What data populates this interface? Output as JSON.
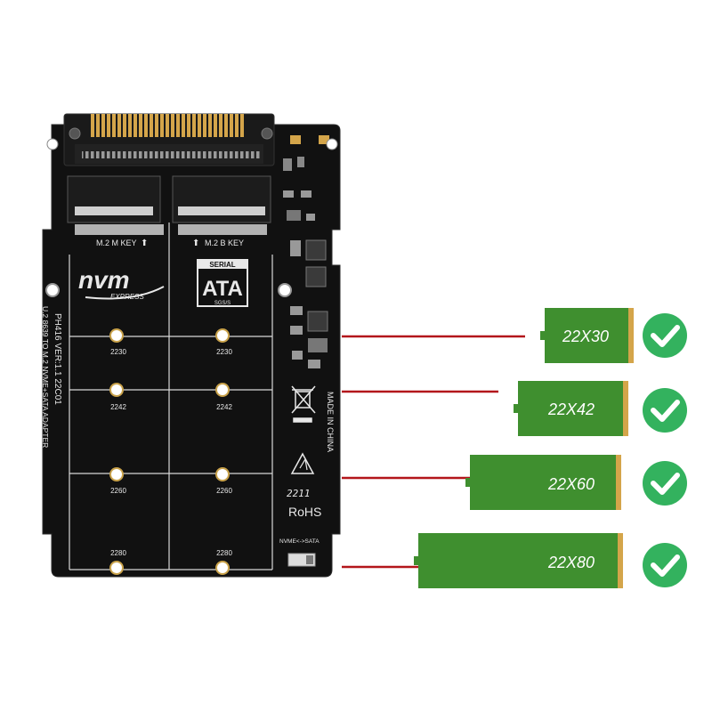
{
  "board": {
    "model_line": "PH416  VER:1.1  22C01",
    "desc_line": "U.2 8639 TO M.2 NVME+SATA ADAPTER",
    "slot_m_key": "M.2 M KEY",
    "slot_b_key": "M.2 B KEY",
    "nvm_logo": "nvm",
    "nvm_sub": "EXPRESS",
    "sata_top": "SERIAL",
    "sata_main": "ATA",
    "sata_bottom": "SGS/S",
    "made_in": "MADE IN CHINA",
    "rohs": "RoHS",
    "date_code": "2211",
    "switch_label": "NVME<->SATA",
    "slot_sizes": [
      "2230",
      "2242",
      "2260",
      "2280"
    ]
  },
  "cards": [
    {
      "label": "22X30",
      "supported": true
    },
    {
      "label": "22X42",
      "supported": true
    },
    {
      "label": "22X60",
      "supported": true
    },
    {
      "label": "22X80",
      "supported": true
    }
  ],
  "colors": {
    "pcb": "#111111",
    "gold": "#d4a54a",
    "ssd_green": "#3f8f2f",
    "check_green": "#33b25e",
    "pointer_red": "#b3161b"
  },
  "icons": [
    "check-icon",
    "weee-bin-icon",
    "esd-warning-icon"
  ]
}
